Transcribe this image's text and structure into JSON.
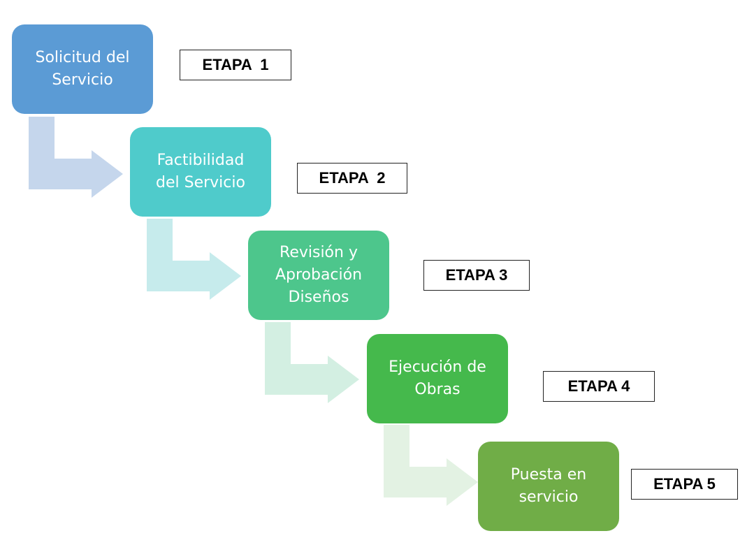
{
  "steps": [
    {
      "text": "Solicitud del\nServicio",
      "color": "#5b9bd5"
    },
    {
      "text": "Factibilidad\ndel Servicio",
      "color": "#4fcbcb"
    },
    {
      "text": "Revisión y\nAprobación\nDiseños",
      "color": "#4dc68c"
    },
    {
      "text": "Ejecución de\nObras",
      "color": "#45b94c"
    },
    {
      "text": "Puesta en\nservicio",
      "color": "#70ad47"
    }
  ],
  "stages": [
    {
      "label": "ETAPA  1"
    },
    {
      "label": "ETAPA  2"
    },
    {
      "label": "ETAPA 3"
    },
    {
      "label": "ETAPA 4"
    },
    {
      "label": "ETAPA 5"
    }
  ],
  "connector_colors": [
    "#c5d6ec",
    "#c6ebec",
    "#d3efe2",
    "#e3f2e3",
    "#e7f0e3"
  ]
}
